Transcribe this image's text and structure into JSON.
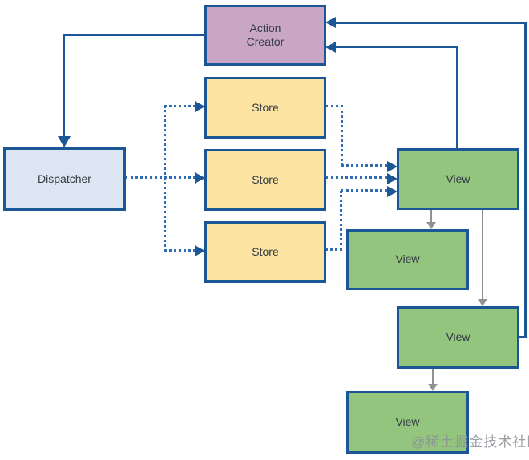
{
  "diagram": {
    "type": "flowchart",
    "nodes": [
      {
        "id": "action-creator",
        "label": "Action Creator",
        "fill": "#c9a6c3"
      },
      {
        "id": "dispatcher",
        "label": "Dispatcher",
        "fill": "#dce6f2"
      },
      {
        "id": "store-1",
        "label": "Store",
        "fill": "#fce3a2"
      },
      {
        "id": "store-2",
        "label": "Store",
        "fill": "#fce3a2"
      },
      {
        "id": "store-3",
        "label": "Store",
        "fill": "#fce3a2"
      },
      {
        "id": "view-1",
        "label": "View",
        "fill": "#94c57e"
      },
      {
        "id": "view-2",
        "label": "View",
        "fill": "#94c57e"
      },
      {
        "id": "view-3",
        "label": "View",
        "fill": "#94c57e"
      },
      {
        "id": "view-4",
        "label": "View",
        "fill": "#94c57e"
      }
    ],
    "edges": [
      {
        "from": "action-creator",
        "to": "dispatcher",
        "style": "solid"
      },
      {
        "from": "dispatcher",
        "to": "store-1",
        "style": "dotted"
      },
      {
        "from": "dispatcher",
        "to": "store-2",
        "style": "dotted"
      },
      {
        "from": "dispatcher",
        "to": "store-3",
        "style": "dotted"
      },
      {
        "from": "store-1",
        "to": "view-1",
        "style": "dotted"
      },
      {
        "from": "store-2",
        "to": "view-1",
        "style": "dotted"
      },
      {
        "from": "store-3",
        "to": "view-1",
        "style": "dotted"
      },
      {
        "from": "view-1",
        "to": "action-creator",
        "style": "solid"
      },
      {
        "from": "view-3",
        "to": "action-creator",
        "style": "solid"
      },
      {
        "from": "view-1",
        "to": "view-2",
        "style": "gray"
      },
      {
        "from": "view-1",
        "to": "view-3",
        "style": "gray"
      },
      {
        "from": "view-3",
        "to": "view-4",
        "style": "gray"
      }
    ],
    "colors": {
      "border": "#1b5796",
      "solid_line": "#1b5796",
      "dotted_line": "#2e6db4",
      "gray_line": "#8f9193",
      "watermark_text": "#8c9196"
    },
    "watermark": "@稀土掘金技术社区"
  }
}
